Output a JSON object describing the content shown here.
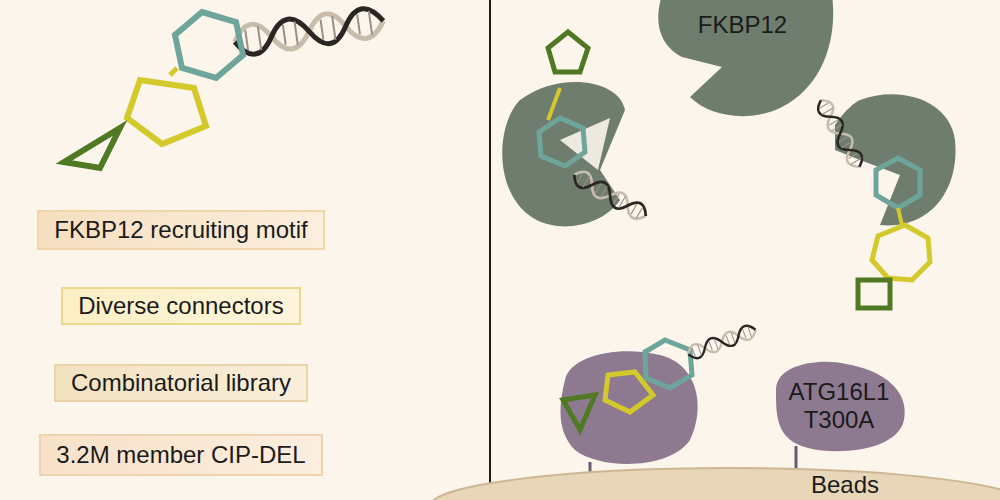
{
  "diagram": {
    "nodes": [
      {
        "text": [
          "FKBP12 recruiting motif"
        ]
      },
      {
        "text": [
          "Diverse connectors"
        ]
      },
      {
        "text": [
          "Combinatorial library"
        ]
      },
      {
        "text": [
          "3.2M member CIP-DEL"
        ]
      },
      {
        "text": [
          "FKBP12"
        ]
      },
      {
        "text": [
          "ATG16L1 T300A"
        ]
      },
      {
        "text": [
          "Beads"
        ]
      }
    ],
    "edges": [
      {
        "from": 5,
        "to": 6,
        "arrow": "none"
      }
    ]
  }
}
